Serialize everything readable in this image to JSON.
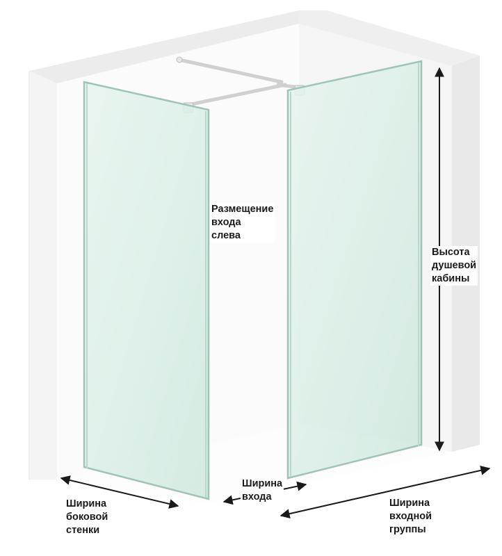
{
  "labels": {
    "entrance_position": [
      "Размещение",
      "входа",
      "слева"
    ],
    "cabin_height": [
      "Высота",
      "душевой",
      "кабины"
    ],
    "entrance_width": [
      "Ширина",
      "входа"
    ],
    "side_wall_width": [
      "Ширина",
      "боковой",
      "стенки"
    ],
    "entry_group_width": [
      "Ширина",
      "входной",
      "группы"
    ]
  },
  "colors": {
    "glass_fill": "#dcefe8",
    "glass_edge": "#9fc4b6",
    "wall": "#f2f2f2",
    "wall_shadow": "#e3e3e3",
    "dimension_line": "#1a1a1a",
    "hardware": "#d9d9d9"
  }
}
